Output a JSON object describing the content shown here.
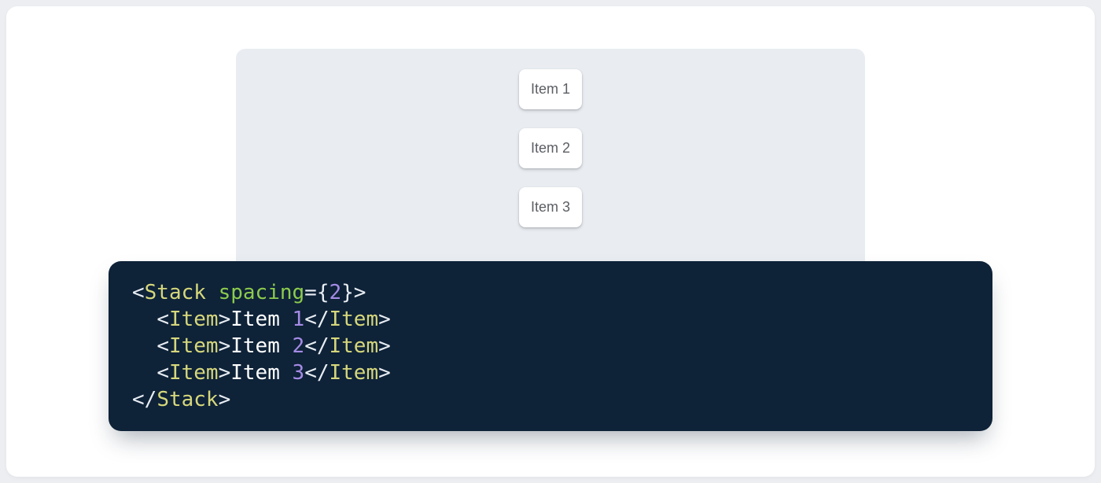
{
  "page": {
    "background": "#ECEEF2",
    "card_background": "#FFFFFF"
  },
  "demo": {
    "panel_background": "#E9EDF2",
    "item_text_color": "#5B5E63",
    "items": [
      {
        "label": "Item 1"
      },
      {
        "label": "Item 2"
      },
      {
        "label": "Item 3"
      }
    ]
  },
  "code": {
    "language": "jsx",
    "background": "#0E2238",
    "colors": {
      "punct": "#E8EDF3",
      "tag": "#D6D77B",
      "attr": "#8CCB4D",
      "num": "#A58BE5",
      "plain": "#FFFFFF"
    },
    "lines": [
      [
        {
          "type": "punct",
          "text": "<"
        },
        {
          "type": "tag",
          "text": "Stack"
        },
        {
          "type": "plain",
          "text": " "
        },
        {
          "type": "attr",
          "text": "spacing"
        },
        {
          "type": "punct",
          "text": "={"
        },
        {
          "type": "num",
          "text": "2"
        },
        {
          "type": "punct",
          "text": "}>"
        }
      ],
      [
        {
          "type": "plain",
          "text": "  "
        },
        {
          "type": "punct",
          "text": "<"
        },
        {
          "type": "tag",
          "text": "Item"
        },
        {
          "type": "punct",
          "text": ">"
        },
        {
          "type": "plain",
          "text": "Item "
        },
        {
          "type": "num",
          "text": "1"
        },
        {
          "type": "punct",
          "text": "</"
        },
        {
          "type": "tag",
          "text": "Item"
        },
        {
          "type": "punct",
          "text": ">"
        }
      ],
      [
        {
          "type": "plain",
          "text": "  "
        },
        {
          "type": "punct",
          "text": "<"
        },
        {
          "type": "tag",
          "text": "Item"
        },
        {
          "type": "punct",
          "text": ">"
        },
        {
          "type": "plain",
          "text": "Item "
        },
        {
          "type": "num",
          "text": "2"
        },
        {
          "type": "punct",
          "text": "</"
        },
        {
          "type": "tag",
          "text": "Item"
        },
        {
          "type": "punct",
          "text": ">"
        }
      ],
      [
        {
          "type": "plain",
          "text": "  "
        },
        {
          "type": "punct",
          "text": "<"
        },
        {
          "type": "tag",
          "text": "Item"
        },
        {
          "type": "punct",
          "text": ">"
        },
        {
          "type": "plain",
          "text": "Item "
        },
        {
          "type": "num",
          "text": "3"
        },
        {
          "type": "punct",
          "text": "</"
        },
        {
          "type": "tag",
          "text": "Item"
        },
        {
          "type": "punct",
          "text": ">"
        }
      ],
      [
        {
          "type": "punct",
          "text": "</"
        },
        {
          "type": "tag",
          "text": "Stack"
        },
        {
          "type": "punct",
          "text": ">"
        }
      ]
    ]
  }
}
